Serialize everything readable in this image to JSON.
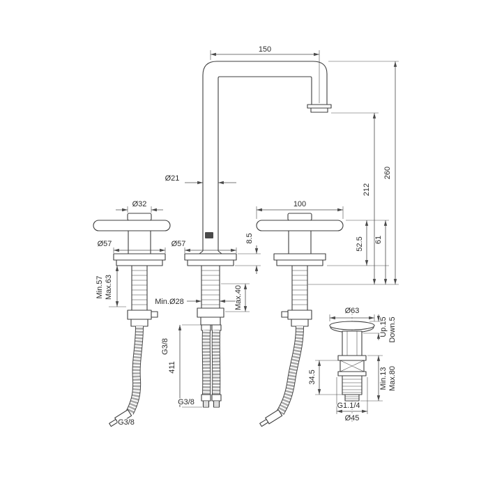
{
  "canvas": {
    "bg": "#ffffff",
    "line_color": "#3d3d3d",
    "dim_color": "#4a4a4a",
    "text_color": "#2b2b2b"
  },
  "labels": {
    "spout_reach": "150",
    "overall_height": "260",
    "outlet_height": "212",
    "spout_dia": "Ø21",
    "cap_dia": "Ø32",
    "left_flange_dia": "Ø57",
    "center_flange_dia": "Ø57",
    "lever_length": "100",
    "handle_to_flange": "52.5",
    "handle_total": "61",
    "flange_thickness": "8.5",
    "clamp_min": "Min.57",
    "clamp_max": "Max.63",
    "hole_min_dia": "Min.Ø28",
    "deck_max": "Max.40",
    "hose_thread_top": "G3/8",
    "hose_length": "411",
    "hose_thread_bottom": "G3/8",
    "hose_thread_left": "G3/8",
    "waste_dia": "Ø63",
    "waste_up": "Up.15",
    "waste_down": "Down.5",
    "waste_min": "Min.13",
    "waste_max": "Max.80",
    "waste_height": "34.5",
    "waste_thread": "G1.1/4",
    "waste_washer_dia": "Ø45"
  }
}
